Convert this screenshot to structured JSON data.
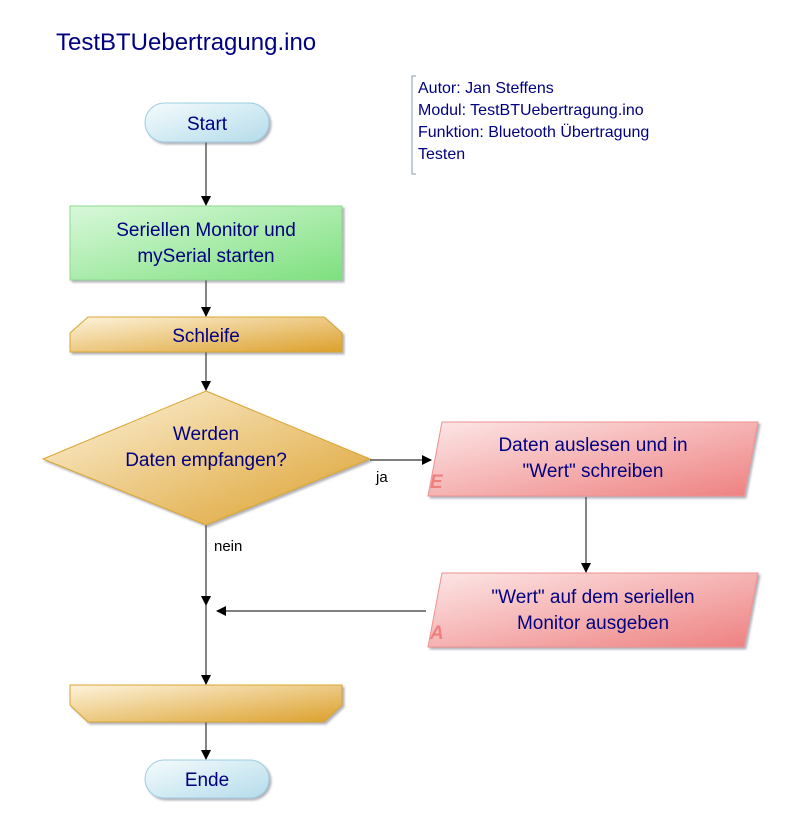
{
  "title": "TestBTUebertragung.ino",
  "comment": {
    "lines": [
      "Autor: Jan Steffens",
      "Modul: TestBTUebertragung.ino",
      "Funktion: Bluetooth Übertragung",
      "Testen"
    ]
  },
  "nodes": {
    "start": {
      "type": "terminal",
      "label": "Start"
    },
    "init": {
      "type": "process",
      "lines": [
        "Seriellen Monitor und",
        "mySerial starten"
      ]
    },
    "loop_start": {
      "type": "loop-begin",
      "label": "Schleife"
    },
    "decision": {
      "type": "decision",
      "lines": [
        "Werden",
        "Daten empfangen?"
      ]
    },
    "input": {
      "type": "input",
      "tag": "E",
      "lines": [
        "Daten auslesen und in",
        "\"Wert\" schreiben"
      ]
    },
    "output": {
      "type": "output",
      "tag": "A",
      "lines": [
        "\"Wert\" auf dem seriellen",
        "Monitor ausgeben"
      ]
    },
    "loop_end": {
      "type": "loop-end",
      "label": ""
    },
    "end": {
      "type": "terminal",
      "label": "Ende"
    }
  },
  "edges": {
    "yes_label": "ja",
    "no_label": "nein"
  },
  "colors": {
    "text": "#000080",
    "terminal": "#c8e6f0",
    "process": "#90e890",
    "loop": "#e0a830",
    "io": "#f08080"
  }
}
